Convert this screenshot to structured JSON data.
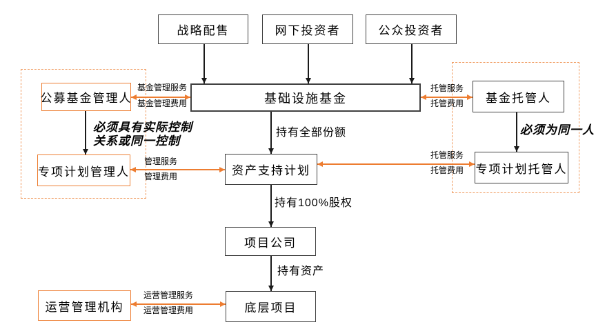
{
  "boxes": {
    "strategic_placement": "战略配售",
    "offline_investors": "网下投资者",
    "public_investors": "公众投资者",
    "infrastructure_fund": "基础设施基金",
    "public_fund_manager": "公募基金管理人",
    "special_plan_manager": "专项计划管理人",
    "operations_manager": "运营管理机构",
    "fund_custodian": "基金托管人",
    "special_plan_custodian": "专项计划托管人",
    "abs_plan": "资产支持计划",
    "project_company": "项目公司",
    "underlying_project": "底层项目"
  },
  "edge_labels": {
    "fund_mgmt_service": "基金管理服务",
    "fund_mgmt_fee": "基金管理费用",
    "custody_service_top": "托管服务",
    "custody_fee_top": "托管费用",
    "mgmt_service": "管理服务",
    "mgmt_fee": "管理费用",
    "custody_service_mid": "托管服务",
    "custody_fee_mid": "托管费用",
    "ops_mgmt_service": "运营管理服务",
    "ops_mgmt_fee": "运营管理费用",
    "holds_all_shares": "持有全部份额",
    "holds_100_equity": "持有100%股权",
    "holds_assets": "持有资产"
  },
  "annotations": {
    "control_relation_line1": "必须具有实际控制",
    "control_relation_line2": "关系或同一控制",
    "same_person": "必须为同一人"
  },
  "colors": {
    "accent_orange": "#ED7D31",
    "accent_dash_orange": "#F09A5E",
    "box_border": "#404040",
    "arrow_black": "#1A1A1A"
  }
}
